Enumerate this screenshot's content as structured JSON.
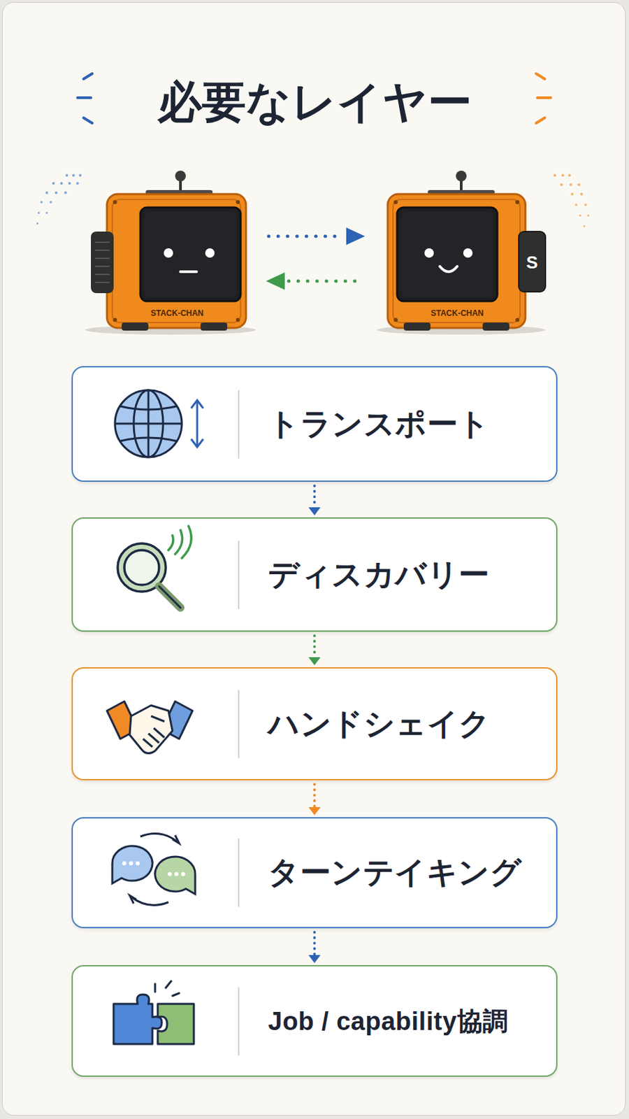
{
  "diagram": {
    "title": "必要なレイヤー",
    "nodes": [
      {
        "text": [
          "トランスポート"
        ]
      },
      {
        "text": [
          "ディスカバリー"
        ]
      },
      {
        "text": [
          "ハンドシェイク"
        ]
      },
      {
        "text": [
          "ターンテイキング"
        ]
      },
      {
        "text": [
          "Job / capability協調"
        ]
      }
    ],
    "edges": [
      {
        "from": 0,
        "to": 1,
        "arrow": "to"
      },
      {
        "from": 1,
        "to": 2,
        "arrow": "to"
      },
      {
        "from": 2,
        "to": 3,
        "arrow": "to"
      },
      {
        "from": 3,
        "to": 4,
        "arrow": "to"
      }
    ],
    "labels": [
      "STACK-CHAN",
      "STACK-CHAN",
      "S"
    ]
  }
}
